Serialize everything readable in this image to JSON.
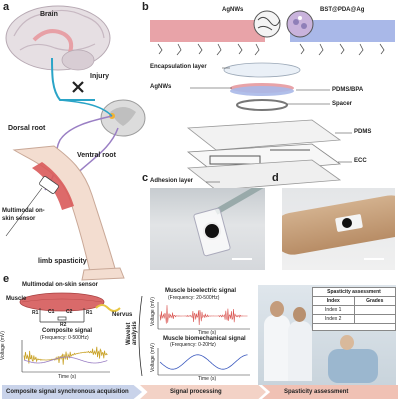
{
  "panel_a": {
    "label": "a",
    "brain": "Brain",
    "injury": "Injury",
    "dorsal_root": "Dorsal root",
    "ventral_root": "Ventral root",
    "sensor": "Multimodal on-skin sensor",
    "spasticity": "limb spasticity"
  },
  "panel_b": {
    "label": "b",
    "agnws_top": "AgNWs",
    "bst_top": "BST@PDA@Ag",
    "encapsulation": "Encapsulation layer",
    "agnws": "AgNWs",
    "pdms_bpa": "PDMS/BPA",
    "spacer": "Spacer",
    "pdms": "PDMS",
    "ecc": "ECC",
    "adhesion": "Adhesion layer"
  },
  "panel_c": {
    "label": "c"
  },
  "panel_d": {
    "label": "d"
  },
  "panel_e": {
    "label": "e",
    "title": "Multimodal on-skin sensor",
    "muscle": "Muscle",
    "nervus": "Nervus",
    "c1": "C1",
    "c2": "C2",
    "r1a": "R1",
    "r1b": "R1",
    "r2": "R2",
    "composite_title": "Composite signal",
    "composite_freq": "(Frequency: 0-500Hz)",
    "voltage": "Voltage (mV)",
    "time": "Time (s)",
    "wavelet": "Wavelet analysis",
    "bioelectric_title": "Muscle bioelectric signal",
    "bioelectric_freq": "(Frequency: 20-500Hz)",
    "biomech_title": "Muscle biomechanical signal",
    "biomech_freq": "(Frequency: 0-20Hz)",
    "table_title": "Spasticity assessment",
    "col_index": "Index",
    "col_grades": "Grades",
    "row1": "Index 1",
    "row2": "Index 2",
    "stage1": "Composite signal synchronous acquisition",
    "stage2": "Signal processing",
    "stage3": "Spasticity assessment"
  },
  "colors": {
    "pink": "#e8a3a8",
    "blue": "#a9b8e8",
    "red_signal": "#d9534f",
    "blue_signal": "#3d5bbf",
    "gold_signal": "#c9a227",
    "stage1_band": "#c9d3ea",
    "stage2_band": "#f3d2c6",
    "stage3_band": "#f0c1b4"
  }
}
